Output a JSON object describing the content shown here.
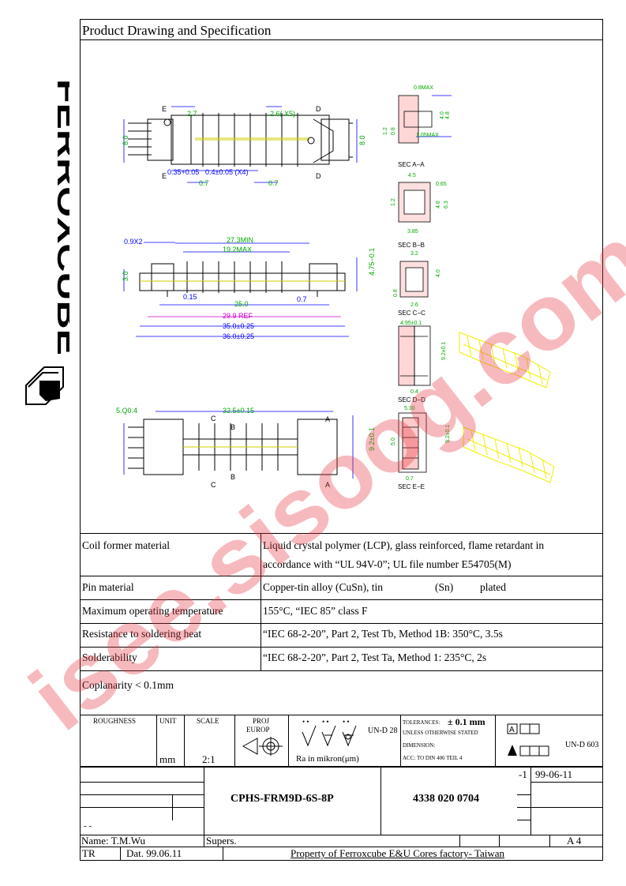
{
  "title": "Product Drawing and Specification",
  "brand": "FERROXCUBE",
  "watermark": "isee.sisoog.com",
  "drawing": {
    "top_view": {
      "dims": [
        "2.7",
        "2.6( X5)",
        "0.35+0.05",
        "0.4±0.05 (X4)",
        "0.7",
        "0.7",
        "8.0",
        "8.0"
      ],
      "markers": [
        "E",
        "E",
        "D",
        "D"
      ]
    },
    "side_view": {
      "dims": [
        "0.9X2",
        "27.3MIN",
        "19.2MAX",
        "3.0",
        "4.75−0.1",
        "0.15",
        "25.0",
        "0.7",
        "29.9  REF",
        "35.0±0.25",
        "36.0±0.25"
      ]
    },
    "bottom_view": {
      "dims": [
        "5.Q0.4",
        "32.5±0.15",
        "9.2±0.1"
      ],
      "markers": [
        "C",
        "B",
        "B",
        "C",
        "A",
        "A"
      ]
    },
    "sections": [
      {
        "label": "SEC A−A",
        "dims": [
          "0.8MAX",
          "1.2",
          "0.8",
          "4.0",
          "4.8",
          "1.05MAX"
        ]
      },
      {
        "label": "SEC B−B",
        "dims": [
          "4.5",
          "0.65",
          "1.2",
          "4.8",
          "6.3",
          "3.85"
        ]
      },
      {
        "label": "SEC C−C",
        "dims": [
          "3.2",
          "0.8",
          "4.0",
          "2.6"
        ]
      },
      {
        "label": "SEC D−D",
        "dims": [
          "4.95±0.1",
          "9.2±0.1",
          "0.4"
        ]
      },
      {
        "label": "SEC E−E",
        "dims": [
          "5.30",
          "5.0",
          "9.2±0.1",
          "0.7"
        ]
      }
    ]
  },
  "specs": [
    {
      "label": "Coil former material",
      "value": "Liquid crystal polymer (LCP), glass reinforced, flame retardant in",
      "value2": "accordance with “UL 94V-0”; UL file number E54705(M)"
    },
    {
      "label": "Pin material",
      "value": "Copper-tin alloy (CuSn), tin",
      "value_b": "(Sn)",
      "value_c": "plated"
    },
    {
      "label": "Maximum operating temperature",
      "value": "155°C, “IEC 85” class F"
    },
    {
      "label": "Resistance to soldering heat",
      "value": "“IEC 68-2-20”, Part 2, Test Tb, Method 1B: 350°C, 3.5s"
    },
    {
      "label": "Solderability",
      "value": "“IEC 68-2-20”, Part 2, Test Ta, Method 1: 235°C, 2s"
    }
  ],
  "coplanarity": "Coplanarity < 0.1mm",
  "title_block": {
    "roughness": "ROUGHNESS",
    "unit": "UNIT",
    "unit_val": "mm",
    "scale": "SCALE",
    "scale_val": "2:1",
    "proj": "PROJ",
    "proj2": "EUROP",
    "ra": "Ra in mikron(μm)",
    "und28": "UN-D 28",
    "tol1": "TOLERANCES:",
    "tol_val": "± 0.1 mm",
    "tol2": "UNLESS OTHERWISE STATED",
    "tol3": "DIMENSION:",
    "tol4": "ACC: TO DIN 406 TEIL 4",
    "und603": "UN-D 603",
    "box_a": "A",
    "dash": "-  -",
    "part_name": "CPHS-FRM9D-6S-8P",
    "part_number": "4338 020 0704",
    "rev": "-1",
    "date": "99-06-11",
    "name": "Name: T.M.Wu",
    "supers": "Supers.",
    "size": "A 4",
    "tr": "TR",
    "dat": "Dat. 99.06.11",
    "property": "Property of Ferroxcube E&U Cores factory- Taiwan"
  }
}
